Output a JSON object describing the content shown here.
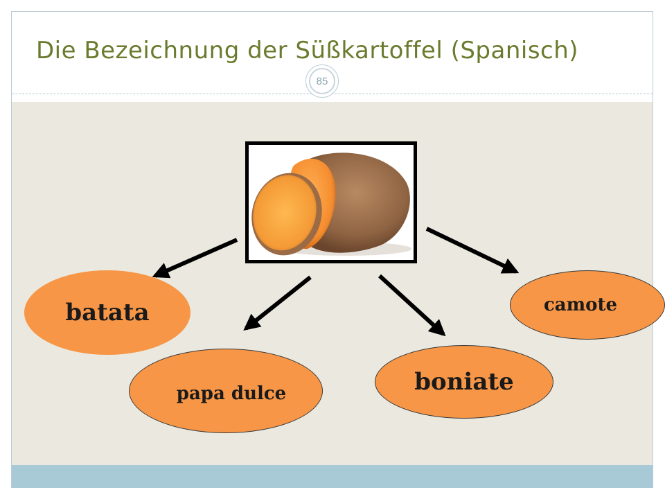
{
  "title": "Die Bezeichnung der Süßkartoffel (Spanisch)",
  "page_number": "85",
  "image": {
    "icon": "sweet-potato-photo"
  },
  "names": {
    "batata": "batata",
    "papa_dulce": "papa dulce",
    "boniate": "boniate",
    "camote": "camote"
  },
  "colors": {
    "title": "#6a7b2e",
    "oval_fill": "#f79646",
    "content_bg": "#ebe9df",
    "footer_bar": "#a7cad6"
  }
}
